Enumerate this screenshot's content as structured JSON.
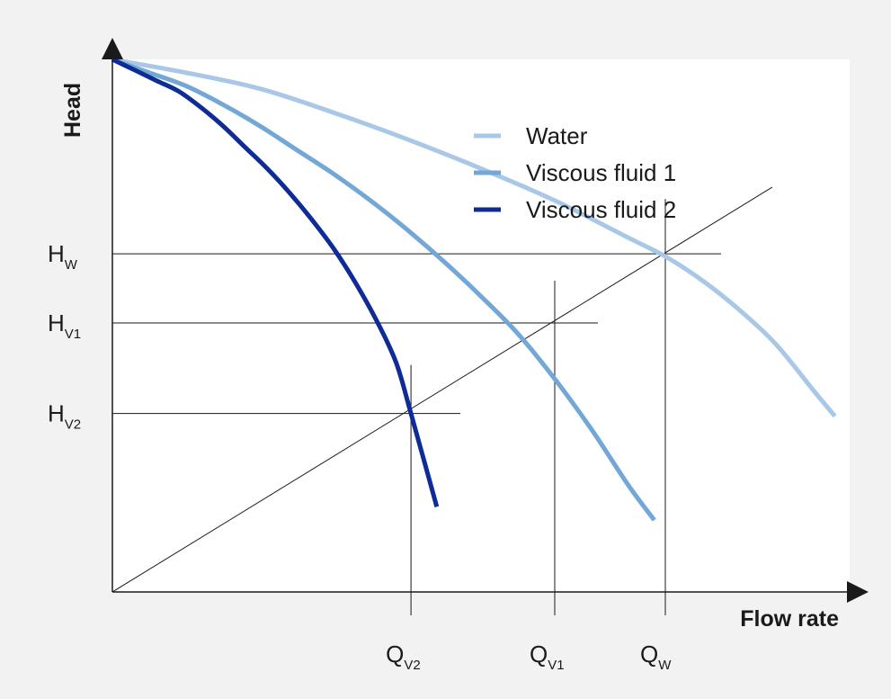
{
  "chart_data": {
    "type": "line",
    "xlabel": "Flow rate",
    "ylabel": "Head",
    "xlim": [
      0,
      100
    ],
    "ylim": [
      0,
      100
    ],
    "grid": false,
    "legend_position": "top-right",
    "series": [
      {
        "name": "Water",
        "color": "#a9c7e6",
        "x": [
          0,
          10,
          20,
          30,
          40,
          50,
          60,
          70,
          75,
          80,
          85,
          90,
          95,
          98
        ],
        "y": [
          100,
          97.5,
          94.5,
          90,
          85,
          79.5,
          73.5,
          66.5,
          63,
          58.5,
          53,
          46.5,
          38,
          33
        ]
      },
      {
        "name": "Viscous fluid 1",
        "color": "#73a7d6",
        "x": [
          0,
          5,
          10,
          15,
          20,
          25,
          30,
          35,
          40,
          45,
          50,
          55,
          60,
          65,
          70,
          73.5
        ],
        "y": [
          100,
          97.5,
          95,
          91.5,
          87.5,
          83,
          78.5,
          73.5,
          68,
          62,
          55.5,
          48.5,
          40,
          30.5,
          20,
          13.5
        ]
      },
      {
        "name": "Viscous fluid 2",
        "color": "#0f2c96",
        "x": [
          0,
          3,
          6,
          9,
          12,
          15,
          18,
          21,
          24,
          27,
          30,
          33,
          36,
          38.5,
          40.5,
          44
        ],
        "y": [
          100,
          98,
          96,
          94,
          91,
          87.5,
          83.5,
          79.5,
          75,
          70,
          64.5,
          58,
          50.5,
          43,
          33.5,
          16
        ]
      }
    ],
    "system_line": {
      "x": [
        0,
        89.5
      ],
      "y": [
        0,
        76
      ]
    },
    "operating_points": [
      {
        "label": "Q",
        "sub": "W",
        "head_label": "H",
        "head_sub": "W",
        "x": 75,
        "y": 63.5
      },
      {
        "label": "Q",
        "sub": "V1",
        "head_label": "H",
        "head_sub": "V1",
        "x": 60,
        "y": 50.5
      },
      {
        "label": "Q",
        "sub": "V2",
        "head_label": "H",
        "head_sub": "V2",
        "x": 40.5,
        "y": 33.5
      }
    ]
  }
}
